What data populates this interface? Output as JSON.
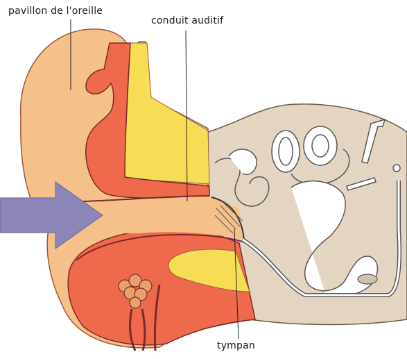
{
  "labels": {
    "pinna": "pavillon de l'oreille",
    "ear_canal": "conduit auditif",
    "eardrum": "tympan"
  },
  "colors": {
    "background": "#ffffff",
    "skin": "#f5c08a",
    "cartilage_red": "#ef6a4c",
    "fat_yellow": "#f7dc55",
    "bone": "#e3d5c1",
    "inner_ear_fill": "#ffffff",
    "arrow": "#8c86b8",
    "outline": "#7a2a2a"
  }
}
